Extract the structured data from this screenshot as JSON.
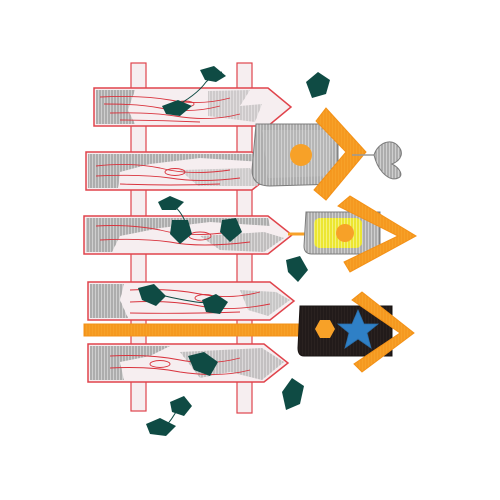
{
  "colors": {
    "background": "#ffffff",
    "plank_fill": "#f6eef0",
    "plank_outline": "#e0444c",
    "wood_grain": "#d9343e",
    "stitch_gray": "#9a9a9a",
    "leaf": "#0f4b44",
    "leaf_stem": "#0f4b44",
    "orange": "#f7a128",
    "gray_house": "#8e8e8e",
    "house_light": "#b6b6b6",
    "yellow": "#f1ee1e",
    "dark_house": "#231b1a",
    "star_blue": "#2f80c6",
    "heart_gray": "#8e8e8e"
  },
  "elements": {
    "planks": 5,
    "posts": 2,
    "birdhouses": 3,
    "leaves": 14,
    "icons": [
      "leaf-icon",
      "heart-icon",
      "star-icon",
      "circle-window-icon",
      "hexagon-window-icon"
    ]
  }
}
